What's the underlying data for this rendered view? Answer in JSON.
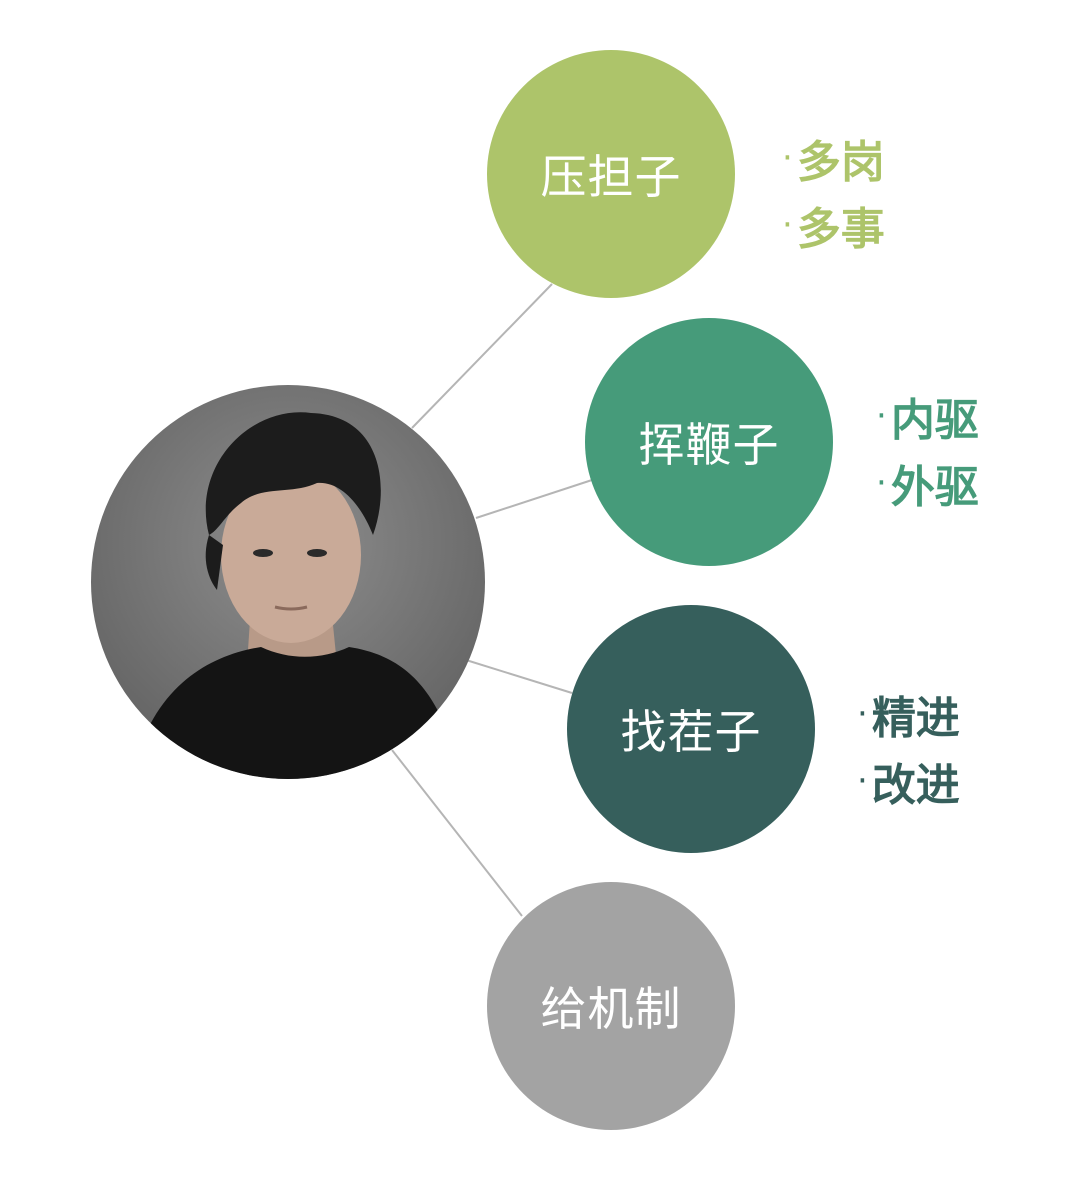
{
  "colors": {
    "node1": "#adc46a",
    "node2": "#469b7a",
    "node3": "#365f5c",
    "node4": "#a3a3a3",
    "link": "#b5b5b5"
  },
  "portrait": {
    "icon": "person-photo",
    "description_color": "#808080"
  },
  "nodes": [
    {
      "label": "压担子",
      "bullets": [
        {
          "marker": "·",
          "text": "多岗"
        },
        {
          "marker": "·",
          "text": "多事"
        }
      ]
    },
    {
      "label": "挥鞭子",
      "bullets": [
        {
          "marker": "·",
          "text": "内驱"
        },
        {
          "marker": "·",
          "text": "外驱"
        }
      ]
    },
    {
      "label": "找茬子",
      "bullets": [
        {
          "marker": "·",
          "text": "精进"
        },
        {
          "marker": "·",
          "text": "改进"
        }
      ]
    },
    {
      "label": "给机制",
      "bullets": []
    }
  ]
}
